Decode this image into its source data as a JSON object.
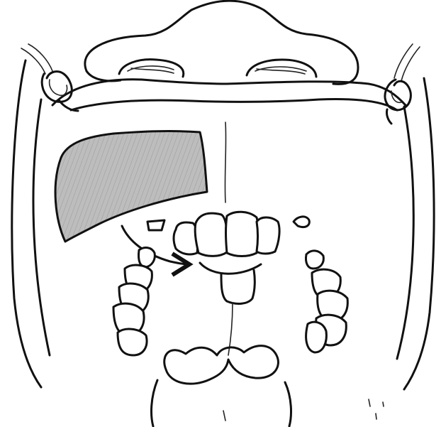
{
  "figure": {
    "kind": "surgical line drawing",
    "labels": []
  },
  "colors": {
    "ink": "#111111",
    "shading": "#b8b8b8",
    "background": "#ffffff"
  },
  "icons": {
    "retractor": "wire-hook-retractor",
    "arrow": "curved-arrow"
  }
}
